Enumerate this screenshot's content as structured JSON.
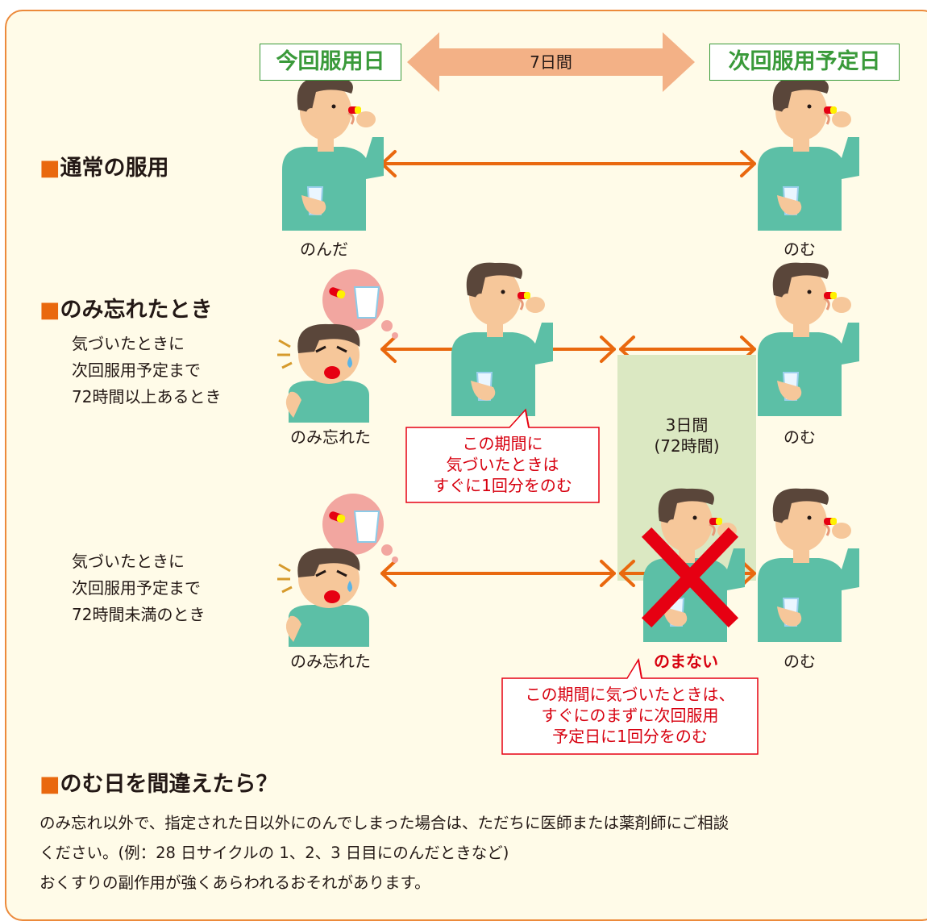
{
  "header": {
    "this_dose_day": "今回服用日",
    "interval": "7日間",
    "next_dose_day": "次回服用予定日"
  },
  "sections": {
    "normal": {
      "marker": "■",
      "title": "通常の服用"
    },
    "forgot": {
      "marker": "■",
      "title": "のみ忘れたとき"
    },
    "wrong_day": {
      "marker": "■",
      "title": "のむ日を間違えたら？"
    }
  },
  "conditions": {
    "over72": [
      "気づいたときに",
      "次回服用予定まで",
      "72時間以上あるとき"
    ],
    "under72": [
      "気づいたときに",
      "次回服用予定まで",
      "72時間未満のとき"
    ]
  },
  "labels": {
    "took": "のんだ",
    "take": "のむ",
    "forgot": "のみ忘れた",
    "do_not_take": "のまない"
  },
  "callouts": {
    "take_now": [
      "この期間に",
      "気づいたときは",
      "すぐに1回分をのむ"
    ],
    "skip": [
      "この期間に気づいたときは、",
      "すぐにのまずに次回服用",
      "予定日に1回分をのむ"
    ]
  },
  "span": [
    "3日間",
    "(72時間)"
  ],
  "notes": [
    "のみ忘れ以外で、指定された日以外にのんでしまった場合は、ただちに医師または薬剤師にご相談",
    "ください。(例：28 日サイクルの 1、2、3 日目にのんだときなど)",
    "おくすりの副作用が強くあらわれるおそれがあります。"
  ],
  "colors": {
    "accent_orange": "#e9680e",
    "header_arrow": "#f3b186",
    "green": "#3a9a3a",
    "span_green": "#dbe8c2",
    "red": "#d7000f",
    "shirt": "#5cbfa6",
    "skin": "#f6c79a",
    "hair": "#5a463a",
    "background": "#fffbe8"
  }
}
